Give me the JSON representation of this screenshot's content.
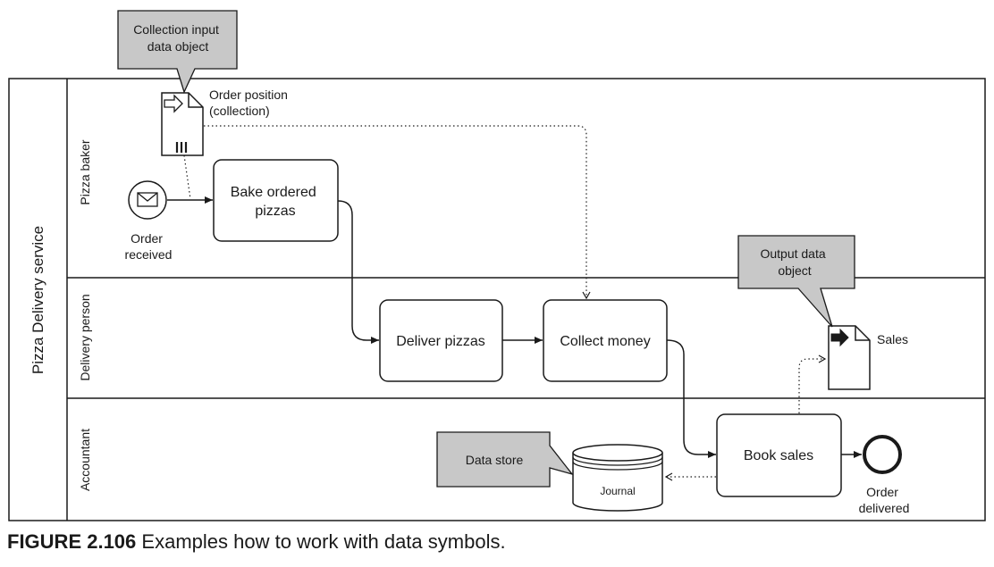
{
  "pool": {
    "label": "Pizza Delivery service"
  },
  "lanes": [
    {
      "label": "Pizza baker"
    },
    {
      "label": "Delivery person"
    },
    {
      "label": "Accountant"
    }
  ],
  "events": {
    "start": {
      "label_lines": [
        "Order",
        "received"
      ]
    },
    "end": {
      "label_lines": [
        "Order",
        "delivered"
      ]
    }
  },
  "tasks": {
    "bake": {
      "label_lines": [
        "Bake ordered",
        "pizzas"
      ]
    },
    "deliver": {
      "label_lines": [
        "Deliver pizzas"
      ]
    },
    "collect": {
      "label_lines": [
        "Collect money"
      ]
    },
    "book": {
      "label_lines": [
        "Book sales"
      ]
    }
  },
  "data_objects": {
    "order_position": {
      "label_lines": [
        "Order position",
        "(collection)"
      ]
    },
    "sales": {
      "label_lines": [
        "Sales"
      ]
    }
  },
  "data_store": {
    "label": "Journal"
  },
  "callouts": {
    "collection_input": {
      "label_lines": [
        "Collection input",
        "data object"
      ]
    },
    "output": {
      "label_lines": [
        "Output data",
        "object"
      ]
    },
    "data_store": {
      "label_lines": [
        "Data store"
      ]
    }
  },
  "caption": {
    "number": "FIGURE 2.106",
    "text": "Examples how to work with data symbols."
  },
  "colors": {
    "line": "#1a1a1a",
    "callout_fill": "#c8c8c8",
    "background": "#ffffff"
  }
}
